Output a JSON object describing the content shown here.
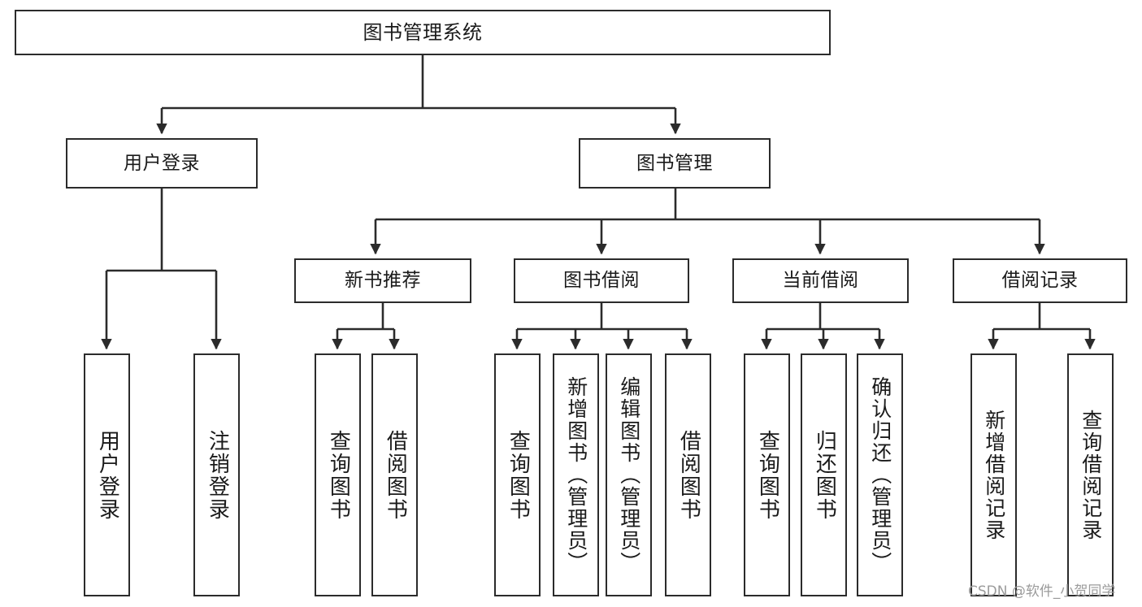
{
  "diagram": {
    "title": "图书管理系统",
    "type": "tree-hierarchy-chart",
    "colors": {
      "stroke": "#2b2b2b",
      "fill": "#ffffff",
      "text": "#1a1a1a",
      "watermark": "#9b9b9b"
    },
    "levels": {
      "root": {
        "label": "图书管理系统"
      },
      "level2": [
        {
          "label": "用户登录"
        },
        {
          "label": "图书管理"
        }
      ],
      "level3": [
        {
          "label": "新书推荐"
        },
        {
          "label": "图书借阅"
        },
        {
          "label": "当前借阅"
        },
        {
          "label": "借阅记录"
        }
      ],
      "leaves": {
        "user_login": [
          {
            "label": "用户登录"
          },
          {
            "label": "注销登录"
          }
        ],
        "new_book_recommend": [
          {
            "label": "查询图书"
          },
          {
            "label": "借阅图书"
          }
        ],
        "book_borrow": [
          {
            "label": "查询图书"
          },
          {
            "label": "新增图书（管理员）"
          },
          {
            "label": "编辑图书（管理员）"
          },
          {
            "label": "借阅图书"
          }
        ],
        "current_borrow": [
          {
            "label": "查询图书"
          },
          {
            "label": "归还图书"
          },
          {
            "label": "确认归还（管理员）"
          }
        ],
        "borrow_record": [
          {
            "label": "新增借阅记录"
          },
          {
            "label": "查询借阅记录"
          }
        ]
      }
    },
    "watermark": "CSDN @软件_小贺同学"
  }
}
